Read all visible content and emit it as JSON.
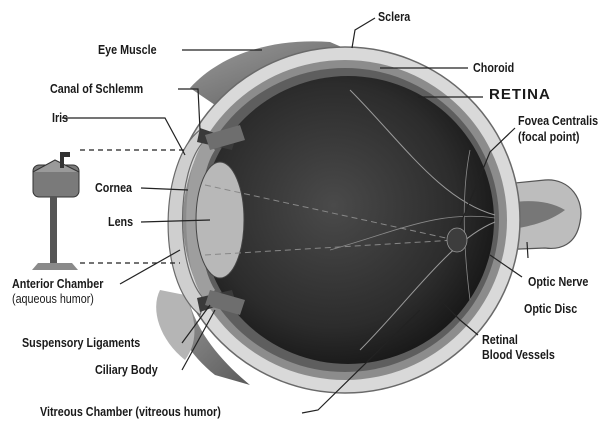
{
  "labels": {
    "sclera": "Sclera",
    "eye_muscle": "Eye Muscle",
    "choroid": "Choroid",
    "canal_of_schlemm": "Canal of Schlemm",
    "retina": "RETINA",
    "iris": "Iris",
    "fovea_centralis": "Fovea Centralis",
    "fovea_centralis_note": "(focal point)",
    "cornea": "Cornea",
    "lens": "Lens",
    "anterior_chamber": "Anterior Chamber",
    "anterior_chamber_note": "(aqueous humor)",
    "optic_nerve": "Optic Nerve",
    "optic_disc": "Optic Disc",
    "retinal_blood_vessels_1": "Retinal",
    "retinal_blood_vessels_2": "Blood Vessels",
    "suspensory_ligaments": "Suspensory Ligaments",
    "ciliary_body": "Ciliary Body",
    "vitreous_chamber": "Vitreous Chamber (vitreous humor)"
  }
}
